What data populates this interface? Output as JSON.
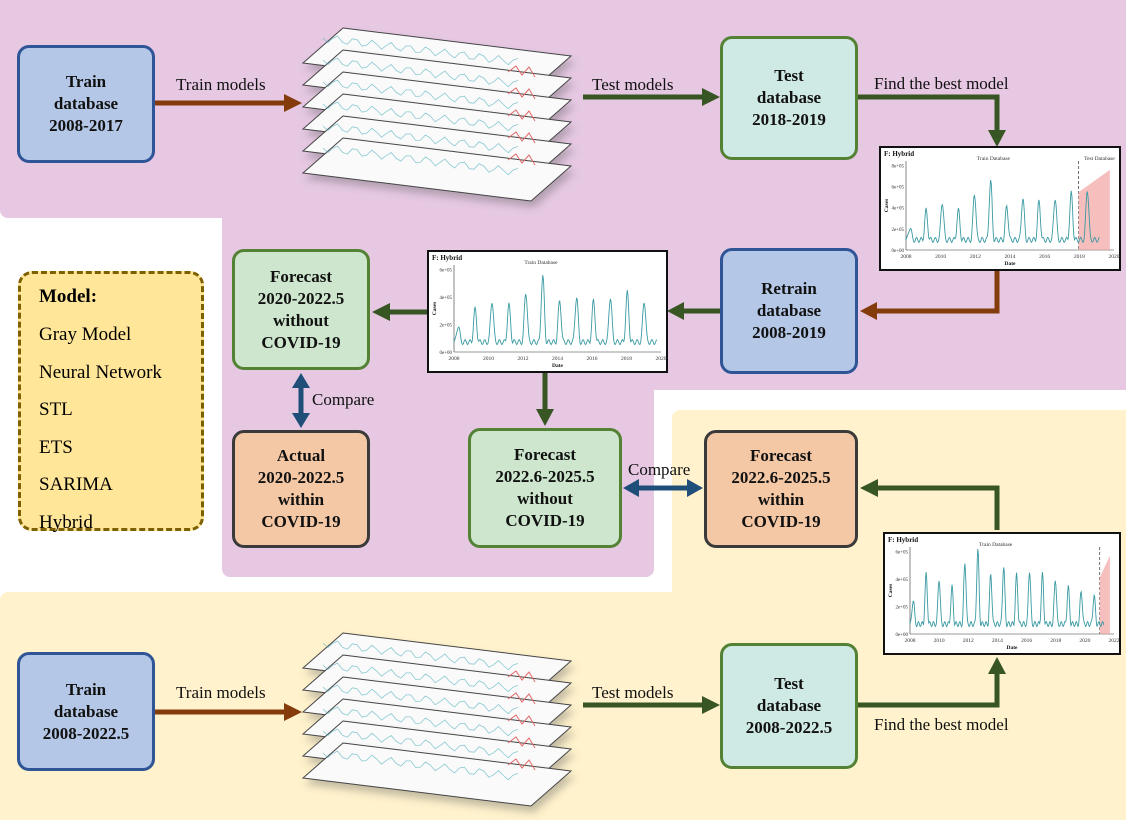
{
  "colors": {
    "purple_region": "#e6c8e3",
    "yellow_region": "#fff2cc",
    "arrow_brown": "#843c0c",
    "arrow_green": "#375623",
    "arrow_blue": "#1f4e79"
  },
  "boxes": {
    "train_top": "Train\ndatabase\n2008-2017",
    "test_top": "Test\ndatabase\n2018-2019",
    "retrain": "Retrain\ndatabase\n2008-2019",
    "forecast_2020": "Forecast\n2020-2022.5\nwithout\nCOVID-19",
    "actual": "Actual\n2020-2022.5\nwithin\nCOVID-19",
    "forecast_mid": "Forecast\n2022.6-2025.5\nwithout\nCOVID-19",
    "forecast_right": "Forecast\n2022.6-2025.5\nwithin\nCOVID-19",
    "train_bottom": "Train\ndatabase\n2008-2022.5",
    "test_bottom": "Test\ndatabase\n2008-2022.5"
  },
  "labels": {
    "train_models_top": "Train models",
    "test_models_top": "Test models",
    "find_best_top": "Find the best model",
    "compare_left": "Compare",
    "compare_mid": "Compare",
    "train_models_bottom": "Train models",
    "test_models_bottom": "Test models",
    "find_best_bottom": "Find the best model"
  },
  "model_list": {
    "title": "Model:",
    "items": [
      "Gray Model",
      "Neural Network",
      "STL",
      "ETS",
      "SARIMA",
      "Hybrid"
    ]
  },
  "charts": {
    "top_right": {
      "panel": "F: Hybrid",
      "train_label": "Train Database",
      "test_label": "Test Database",
      "ylabel": "Cases",
      "xlabel": "Date",
      "yticks": [
        "0e+00",
        "2e+05",
        "4e+05",
        "6e+05",
        "8e+05"
      ],
      "xticks": [
        "2008",
        "2010",
        "2012",
        "2014",
        "2016",
        "2018",
        "2020"
      ]
    },
    "middle": {
      "panel": "F: Hybrid",
      "train_label": "Train Database",
      "ylabel": "Cases",
      "xlabel": "Date",
      "yticks": [
        "0e+00",
        "2e+05",
        "4e+05",
        "6e+05"
      ],
      "xticks": [
        "2008",
        "2010",
        "2012",
        "2014",
        "2016",
        "2018",
        "2020"
      ]
    },
    "bottom_right": {
      "panel": "F: Hybrid",
      "train_label": "Train Database",
      "ylabel": "Cases",
      "xlabel": "Date",
      "yticks": [
        "0e+00",
        "2e+05",
        "4e+05",
        "6e+05"
      ],
      "xticks": [
        "2008",
        "2010",
        "2012",
        "2014",
        "2016",
        "2018",
        "2020",
        "2022"
      ]
    }
  }
}
